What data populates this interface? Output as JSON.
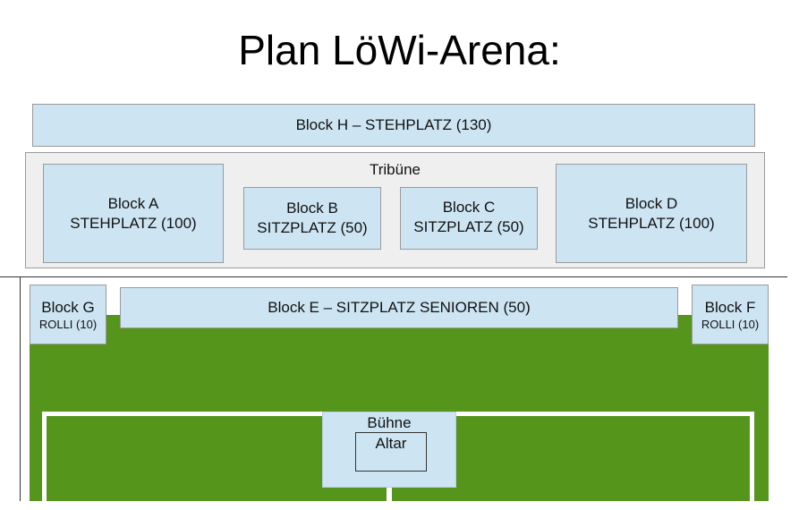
{
  "title": "Plan LöWi-Arena:",
  "colors": {
    "block_fill": "#cde5f3",
    "grandstand_fill": "#efefef",
    "field_green": "#55951b",
    "lines": "#ffffff"
  },
  "block_h": {
    "label": "Block H – STEHPLATZ (130)"
  },
  "grandstand": {
    "label": "Tribüne",
    "block_a": {
      "name": "Block A",
      "type": "STEHPLATZ (100)"
    },
    "block_b": {
      "name": "Block B",
      "type": "SITZPLATZ (50)"
    },
    "block_c": {
      "name": "Block C",
      "type": "SITZPLATZ (50)"
    },
    "block_d": {
      "name": "Block D",
      "type": "STEHPLATZ (100)"
    }
  },
  "block_e": {
    "label": "Block E – SITZPLATZ SENIOREN (50)"
  },
  "block_g": {
    "name": "Block G",
    "type": "ROLLI (10)"
  },
  "block_f": {
    "name": "Block F",
    "type": "ROLLI (10)"
  },
  "stage": {
    "label": "Bühne",
    "altar": "Altar"
  }
}
